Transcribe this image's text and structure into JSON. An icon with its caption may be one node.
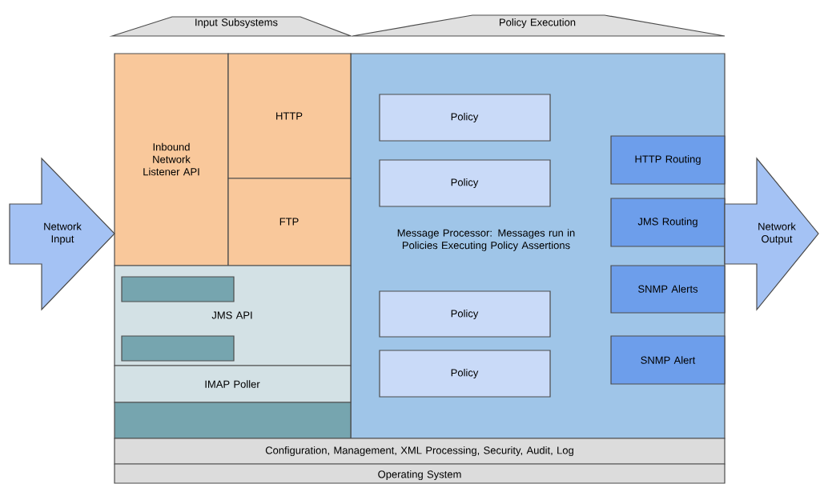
{
  "diagram": {
    "nodes": [
      {
        "text": [
          "Input Subsystems"
        ]
      },
      {
        "text": [
          "Policy Execution"
        ]
      },
      {
        "text": [
          "Inbound Network Listener API"
        ]
      },
      {
        "text": [
          "HTTP"
        ]
      },
      {
        "text": [
          "FTP"
        ]
      },
      {
        "text": [
          "JMS API"
        ]
      },
      {
        "text": [],
        "shape": "box",
        "in": 5
      },
      {
        "text": [],
        "shape": "box",
        "in": 5
      },
      {
        "text": [
          "IMAP Poller"
        ]
      },
      {
        "text": [],
        "shape": "box"
      },
      {
        "text": [
          "Message Processor: Messages run in Policies Executing Policy Assertions"
        ]
      },
      {
        "text": [
          "Policy"
        ],
        "in": 10
      },
      {
        "text": [
          "Policy"
        ],
        "in": 10
      },
      {
        "text": [
          "Policy"
        ],
        "in": 10
      },
      {
        "text": [
          "Policy"
        ],
        "in": 10
      },
      {
        "text": [
          "HTTP Routing"
        ],
        "in": 10
      },
      {
        "text": [
          "JMS Routing"
        ],
        "in": 10
      },
      {
        "text": [
          "SNMP Alerts"
        ],
        "in": 10
      },
      {
        "text": [
          "SNMP Alert"
        ],
        "in": 10
      },
      {
        "text": [
          "Configuration, Management, XML Processing, Security, Audit, Log"
        ]
      },
      {
        "text": [
          "Operating System"
        ]
      },
      {
        "text": [
          "Network Input"
        ]
      },
      {
        "text": [
          "Network Output"
        ]
      }
    ]
  }
}
